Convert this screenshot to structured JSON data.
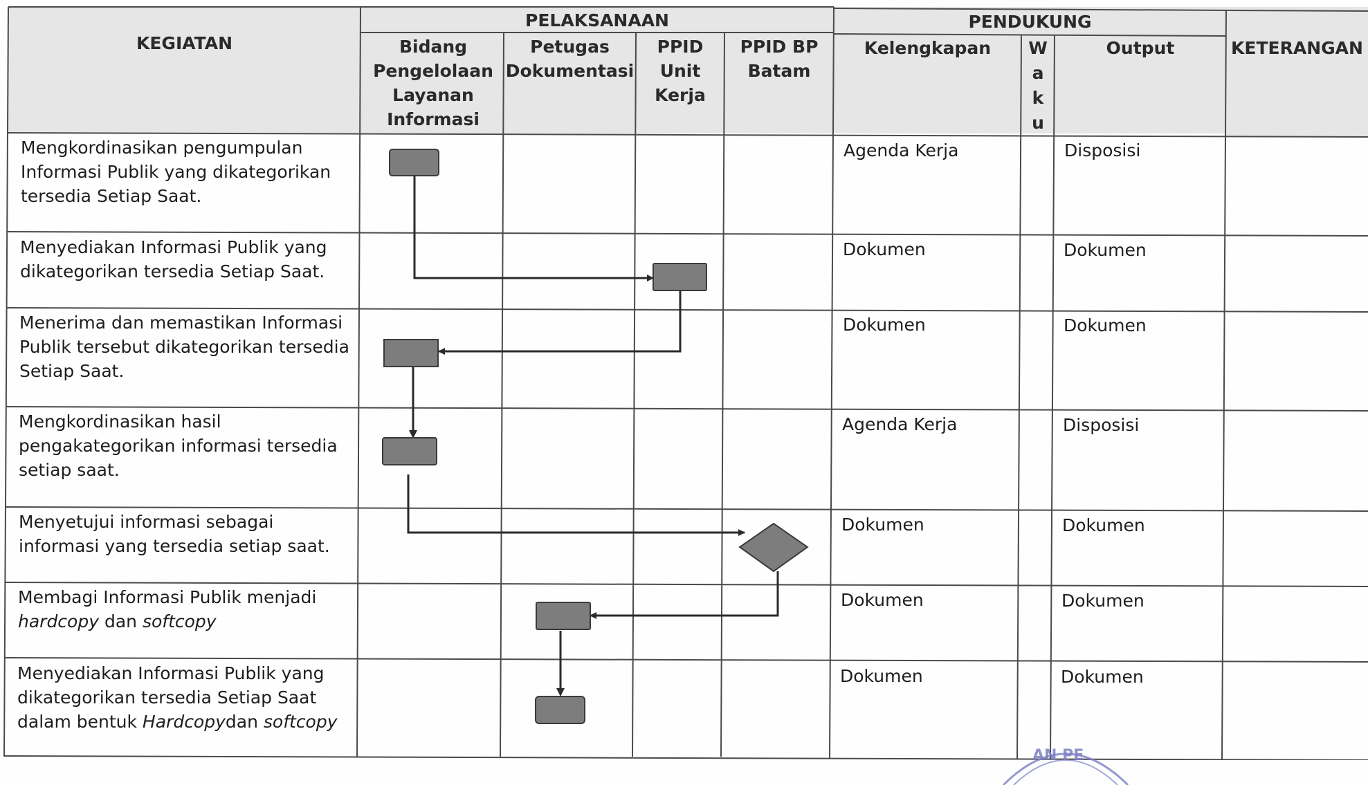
{
  "header": {
    "kegiatan": "KEGIATAN",
    "pelaksanaan": "PELAKSANAAN",
    "pendukung": "PENDUKUNG",
    "keterangan": "KETERANGAN",
    "col_bidang": "Bidang Pengelolaan Layanan Informasi",
    "col_petugas": "Petugas Dokumentasi",
    "col_ppid_unit": "PPID Unit Kerja",
    "col_ppid_bp": "PPID BP Batam",
    "col_kelengkapan": "Kelengkapan",
    "col_waktu_letters": [
      "W",
      "a",
      "k",
      "u"
    ],
    "col_output": "Output"
  },
  "rows": [
    {
      "kegiatan": "Mengkordinasikan pengumpulan Informasi Publik yang dikategorikan tersedia Setiap Saat.",
      "kelengkapan": "Agenda Kerja",
      "output": "Disposisi"
    },
    {
      "kegiatan": "Menyediakan Informasi Publik yang dikategorikan tersedia Setiap Saat.",
      "kelengkapan": "Dokumen",
      "output": "Dokumen"
    },
    {
      "kegiatan": "Menerima dan memastikan Informasi Publik tersebut dikategorikan tersedia Setiap Saat.",
      "kelengkapan": "Dokumen",
      "output": "Dokumen"
    },
    {
      "kegiatan": "Mengkordinasikan hasil pengakategorikan informasi tersedia setiap saat.",
      "kelengkapan": "Agenda Kerja",
      "output": "Disposisi"
    },
    {
      "kegiatan": "Menyetujui informasi sebagai informasi yang tersedia setiap saat.",
      "kelengkapan": "Dokumen",
      "output": "Dokumen"
    },
    {
      "kegiatan_parts": [
        "Membagi Informasi Publik menjadi ",
        "hardcopy",
        " dan ",
        "softcopy"
      ],
      "kelengkapan": "Dokumen",
      "output": "Dokumen"
    },
    {
      "kegiatan_parts": [
        "Menyediakan Informasi Publik yang dikategorikan tersedia Setiap Saat dalam bentuk ",
        "Hardcopy",
        "dan ",
        "softcopy"
      ],
      "kelengkapan": "Dokumen",
      "output": "Dokumen"
    }
  ],
  "flow": {
    "shape_fill": "#7d7d7d",
    "shape_stroke": "#3a3a3a",
    "line_color": "#2a2a2a"
  },
  "stamp_text": "AN PE"
}
